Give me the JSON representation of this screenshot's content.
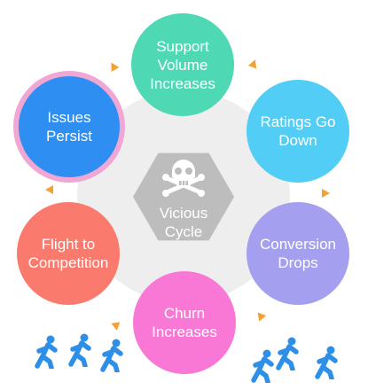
{
  "center": {
    "icon": "skull-crossbones-icon",
    "label": "Vicious\nCycle",
    "hexagon_color": "#bdbdbd"
  },
  "nodes": [
    {
      "id": "support-volume-increases",
      "label": "Support\nVolume\nIncreases",
      "color": "#4fd8b4"
    },
    {
      "id": "ratings-go-down",
      "label": "Ratings Go\nDown",
      "color": "#52cdf6"
    },
    {
      "id": "conversion-drops",
      "label": "Conversion\nDrops",
      "color": "#a4a0ef"
    },
    {
      "id": "churn-increases",
      "label": "Churn\nIncreases",
      "color": "#f978d6"
    },
    {
      "id": "flight-to-competition",
      "label": "Flight to\nCompetition",
      "color": "#fa7b6e"
    },
    {
      "id": "issues-persist",
      "label": "Issues\nPersist",
      "color": "#2f8ef2",
      "ring_color": "#f1a7d4"
    }
  ],
  "connector_color": "#f2a235",
  "ring_background": "#eeeeee",
  "runner_icon": "running-person-icon",
  "runner_color": "#2d8fe8"
}
